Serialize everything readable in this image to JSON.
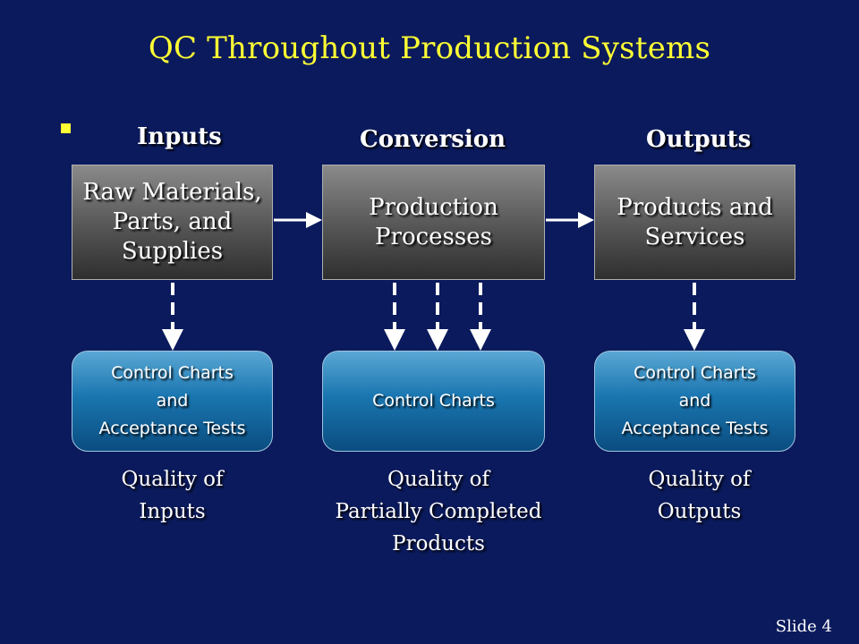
{
  "slide": {
    "title": "QC Throughout Production Systems",
    "footer_label": "Slide",
    "footer_number": "4"
  },
  "columns": {
    "inputs": "Inputs",
    "conversion": "Conversion",
    "outputs": "Outputs"
  },
  "stages": {
    "inputs": [
      "Raw Materials,",
      "Parts, and",
      "Supplies"
    ],
    "conversion": [
      "Production",
      "Processes"
    ],
    "outputs": [
      "Products and",
      "Services"
    ]
  },
  "controls": {
    "inputs": [
      "Control Charts",
      "and",
      "Acceptance Tests"
    ],
    "conversion": [
      "Control Charts"
    ],
    "outputs": [
      "Control Charts",
      "and",
      "Acceptance Tests"
    ]
  },
  "quality": {
    "inputs": [
      "Quality of",
      "Inputs"
    ],
    "conversion": [
      "Quality of",
      "Partially Completed",
      "Products"
    ],
    "outputs": [
      "Quality of",
      "Outputs"
    ]
  },
  "colors": {
    "background": "#0b1a5c",
    "title": "#ffff33",
    "stage_box": "#555555",
    "control_box": "#1a76b0"
  }
}
